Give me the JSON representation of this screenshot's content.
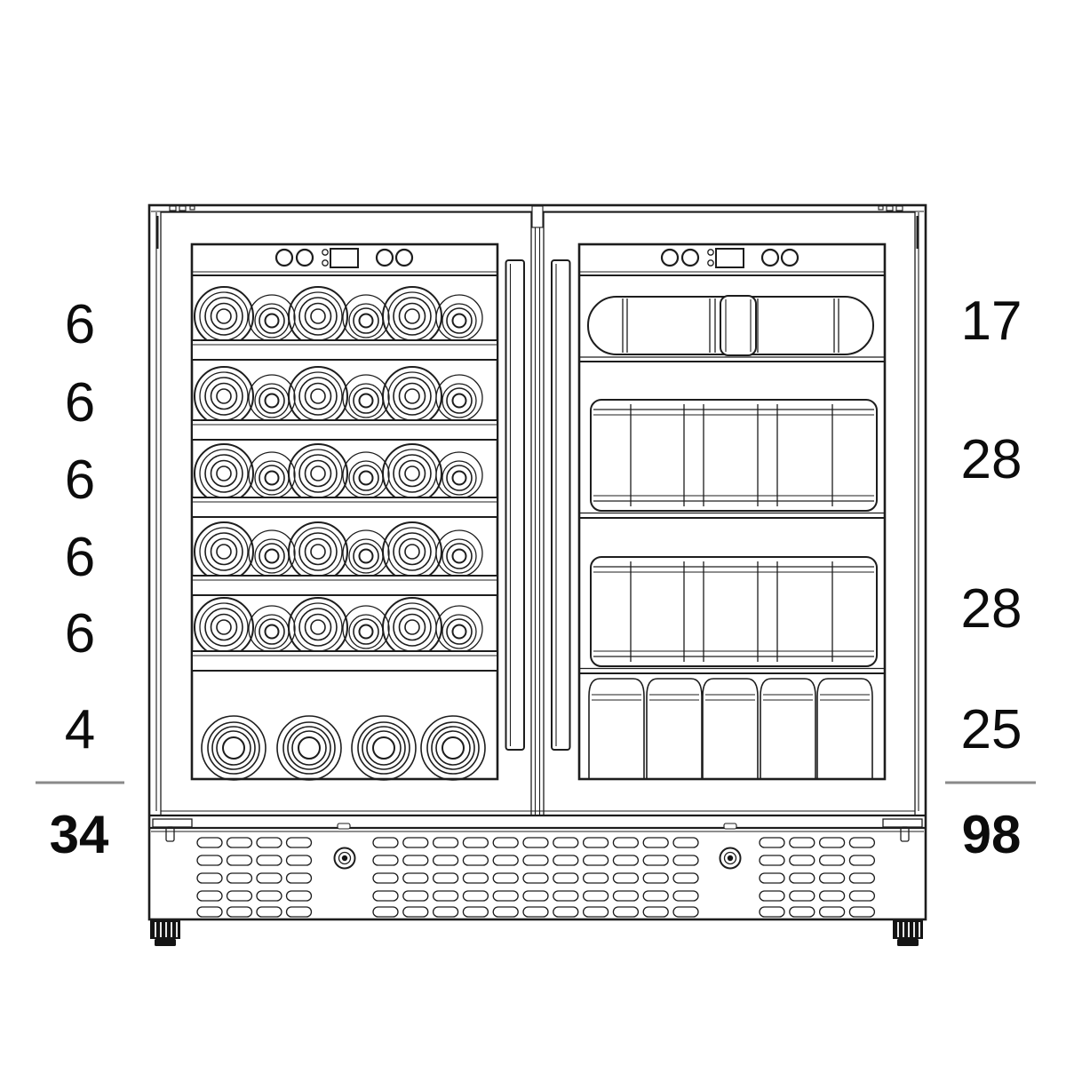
{
  "left_column": {
    "items": [
      "6",
      "6",
      "6",
      "6",
      "6",
      "4"
    ],
    "total": "34"
  },
  "right_column": {
    "items": [
      "17",
      "28",
      "28",
      "25"
    ],
    "total": "98"
  },
  "colors": {
    "line": "#1d1d1d",
    "sum_rule": "#8a8a8a",
    "background": "#ffffff"
  }
}
